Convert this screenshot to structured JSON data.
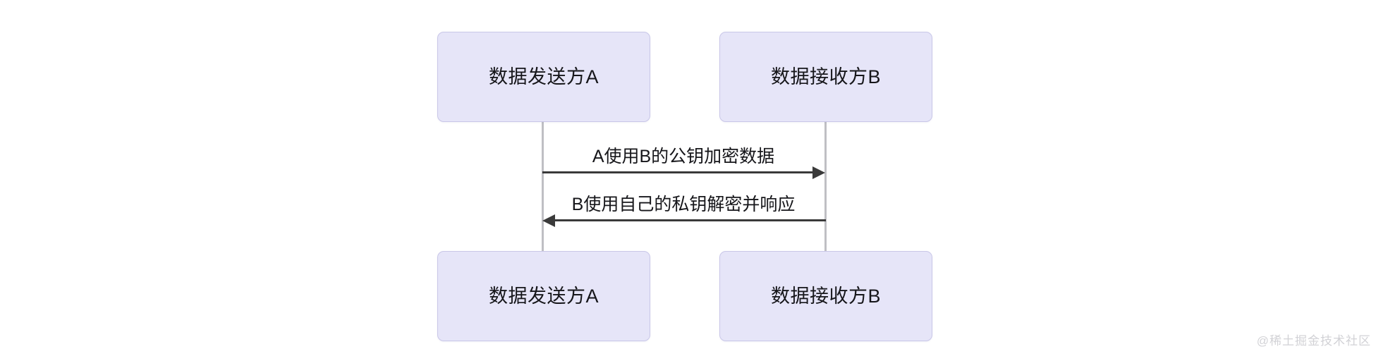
{
  "diagram": {
    "type": "sequence-diagram",
    "background_color": "#ffffff",
    "node_fill_color": "#e6e5f8",
    "node_border_color": "#c9c7e8",
    "lifeline_color": "#bfbfc4",
    "arrow_color": "#3a3a3a",
    "text_color": "#16161a",
    "participants": [
      {
        "id": "A",
        "label": "数据发送方A"
      },
      {
        "id": "B",
        "label": "数据接收方B"
      }
    ],
    "nodes": {
      "top_left": "数据发送方A",
      "top_right": "数据接收方B",
      "bottom_left": "数据发送方A",
      "bottom_right": "数据接收方B"
    },
    "messages": [
      {
        "index": 1,
        "from": "A",
        "to": "B",
        "direction": "right",
        "label": "A使用B的公钥加密数据"
      },
      {
        "index": 2,
        "from": "B",
        "to": "A",
        "direction": "left",
        "label": "B使用自己的私钥解密并响应"
      }
    ]
  },
  "watermark": {
    "text": "@稀土掘金技术社区"
  }
}
